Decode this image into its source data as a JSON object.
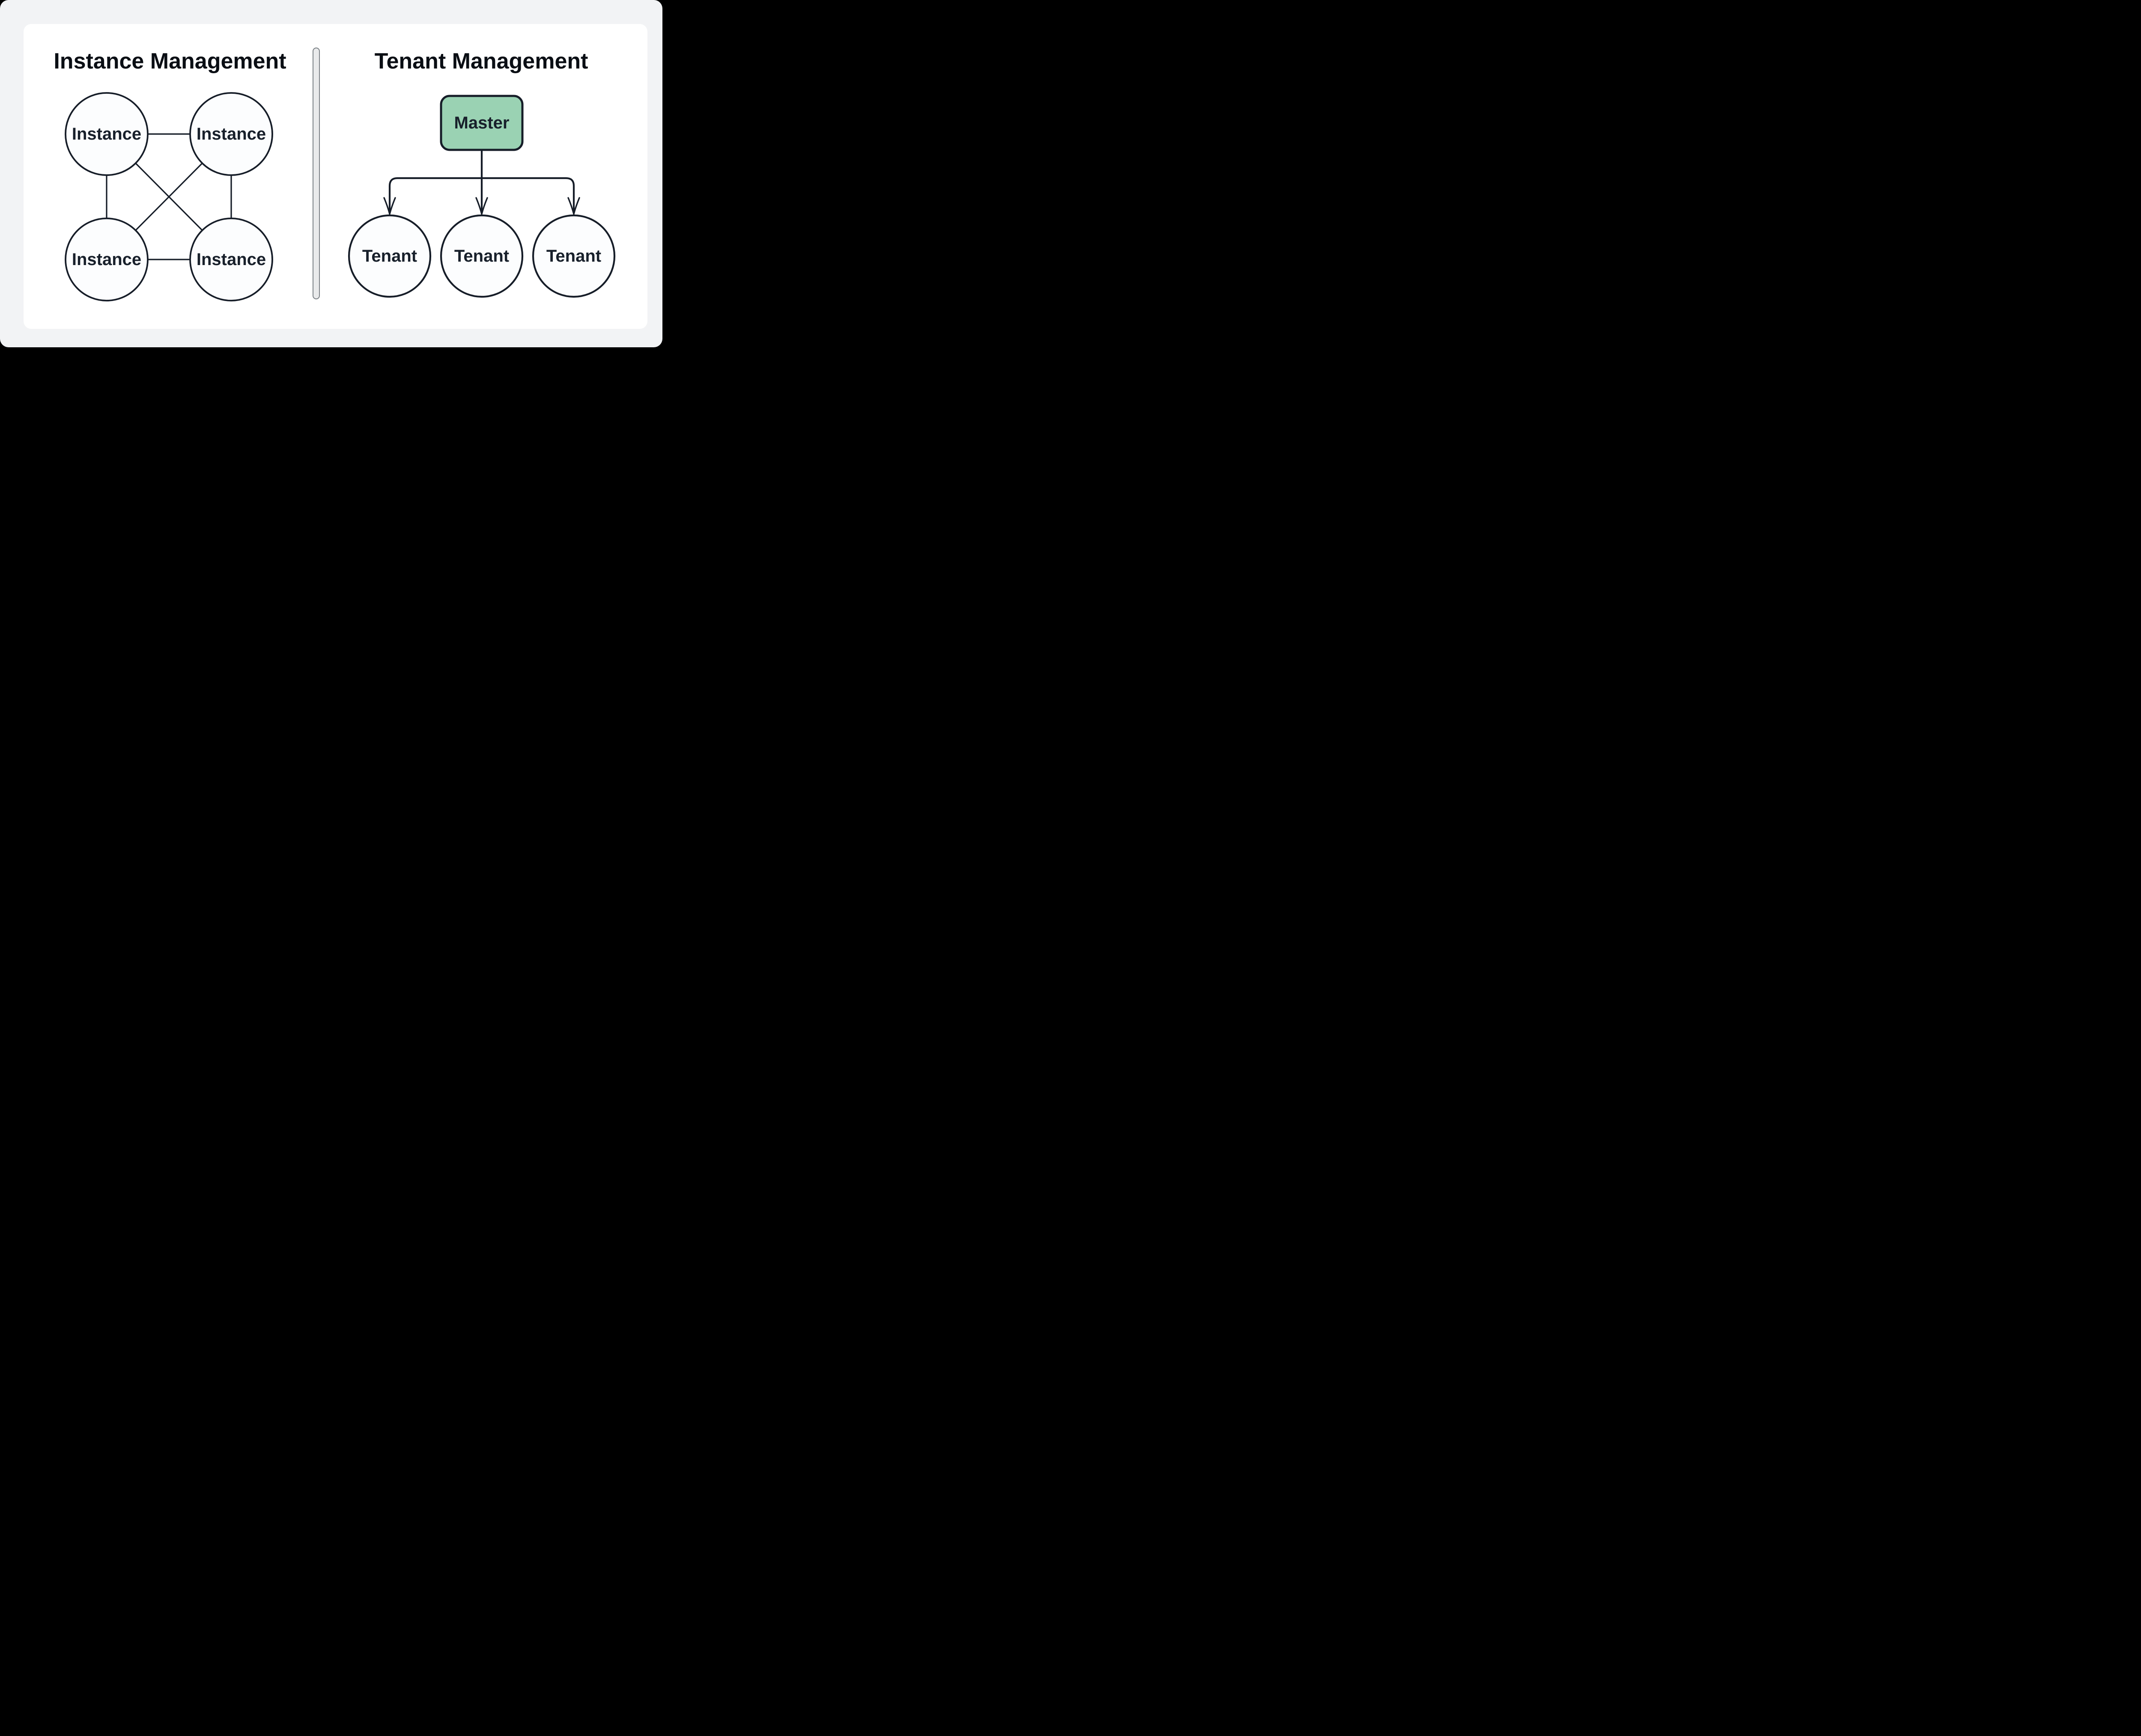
{
  "left_panel": {
    "title": "Instance Management",
    "nodes": [
      {
        "label": "Instance"
      },
      {
        "label": "Instance"
      },
      {
        "label": "Instance"
      },
      {
        "label": "Instance"
      }
    ]
  },
  "right_panel": {
    "title": "Tenant Management",
    "master": {
      "label": "Master"
    },
    "tenants": [
      {
        "label": "Tenant"
      },
      {
        "label": "Tenant"
      },
      {
        "label": "Tenant"
      }
    ]
  },
  "colors": {
    "canvas_background": "#f2f3f5",
    "card_background": "#ffffff",
    "stroke_dark": "#161d28",
    "title_text": "#0a0e14",
    "node_text": "#18202b",
    "node_fill": "#fcfdfe",
    "master_green": "#9ad2b3",
    "divider_fill": "#e9eaeb",
    "divider_border": "#7a8085"
  }
}
